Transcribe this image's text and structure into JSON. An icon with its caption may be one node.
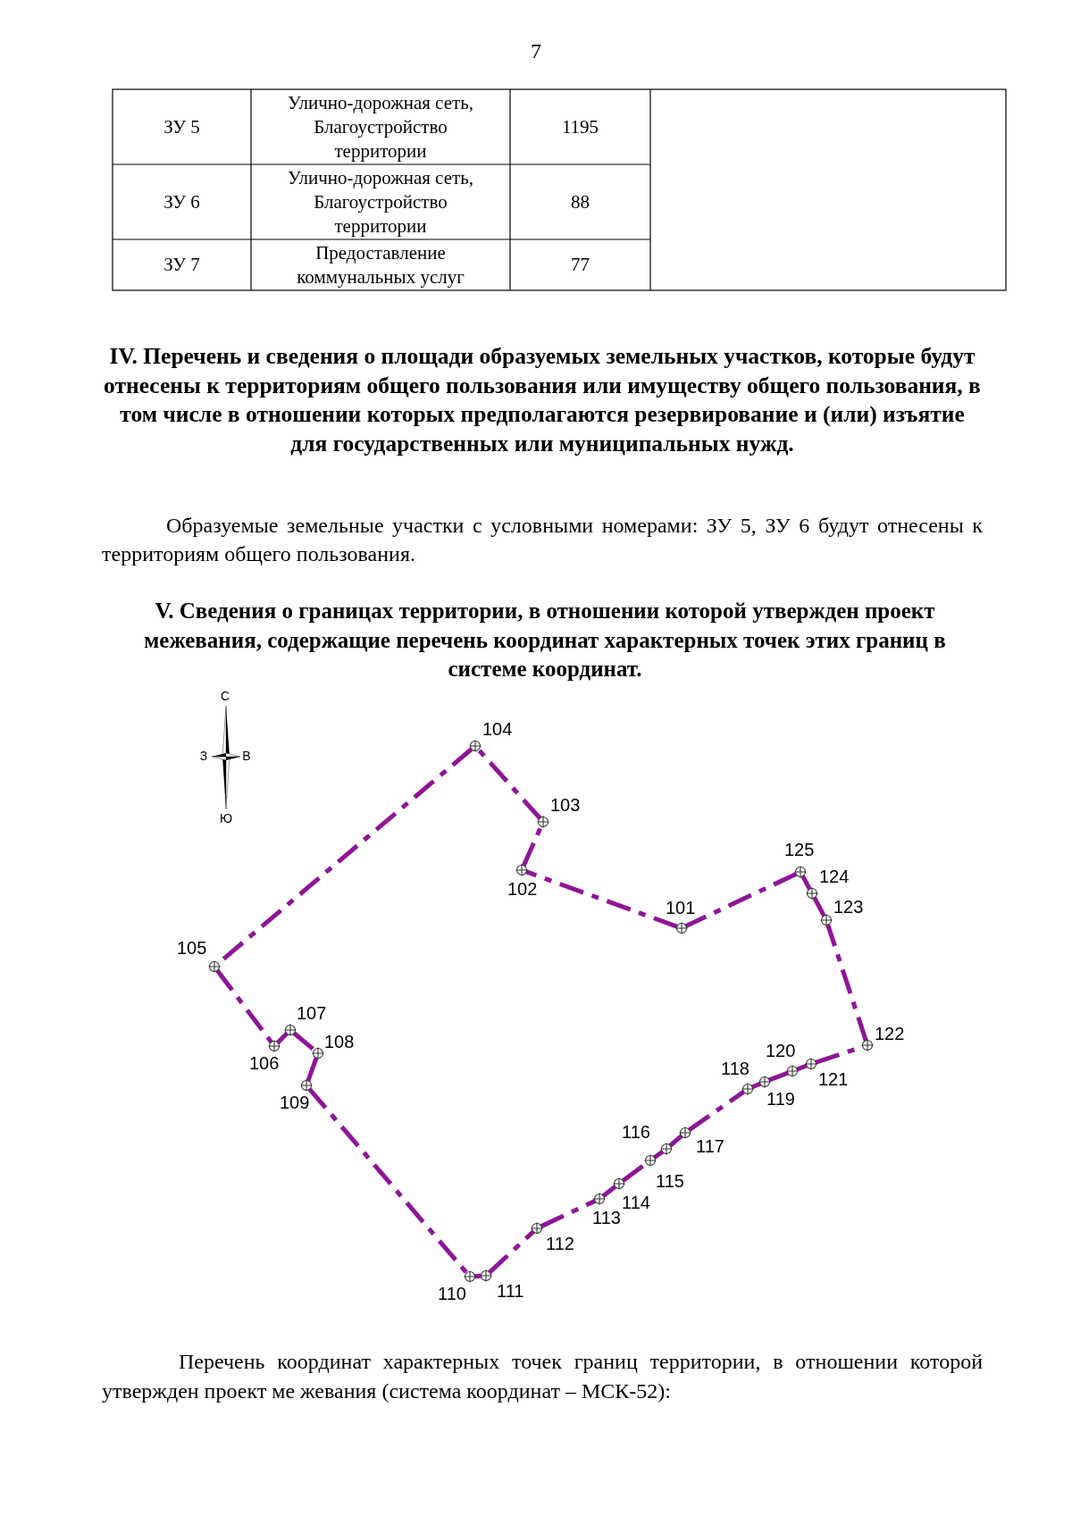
{
  "diagram": {
    "nodes": [
      {
        "text": [],
        "shape": "circle",
        "beside": [
          "101"
        ]
      },
      {
        "text": [],
        "shape": "circle",
        "beside": [
          "102"
        ]
      },
      {
        "text": [],
        "shape": "circle",
        "beside": [
          "103"
        ]
      },
      {
        "text": [],
        "shape": "circle",
        "beside": [
          "104"
        ]
      },
      {
        "text": [],
        "shape": "circle",
        "beside": [
          "105"
        ]
      },
      {
        "text": [],
        "shape": "circle",
        "beside": [
          "106"
        ]
      },
      {
        "text": [],
        "shape": "circle",
        "beside": [
          "107"
        ]
      },
      {
        "text": [],
        "shape": "circle",
        "beside": [
          "108"
        ]
      },
      {
        "text": [],
        "shape": "circle",
        "beside": [
          "109"
        ]
      },
      {
        "text": [],
        "shape": "circle",
        "beside": [
          "110"
        ]
      },
      {
        "text": [],
        "shape": "circle",
        "beside": [
          "111"
        ]
      },
      {
        "text": [],
        "shape": "circle",
        "beside": [
          "112"
        ]
      },
      {
        "text": [],
        "shape": "circle",
        "beside": [
          "113"
        ]
      },
      {
        "text": [],
        "shape": "circle",
        "beside": [
          "114"
        ]
      },
      {
        "text": [],
        "shape": "circle",
        "beside": [
          "115"
        ]
      },
      {
        "text": [],
        "shape": "circle",
        "beside": [
          "116"
        ]
      },
      {
        "text": [],
        "shape": "circle",
        "beside": [
          "117"
        ]
      },
      {
        "text": [],
        "shape": "circle",
        "beside": [
          "118"
        ]
      },
      {
        "text": [],
        "shape": "circle",
        "beside": [
          "119"
        ]
      },
      {
        "text": [],
        "shape": "circle",
        "beside": [
          "120"
        ]
      },
      {
        "text": [],
        "shape": "circle",
        "beside": [
          "121"
        ]
      },
      {
        "text": [],
        "shape": "circle",
        "beside": [
          "122"
        ]
      },
      {
        "text": [],
        "shape": "circle",
        "beside": [
          "123"
        ]
      },
      {
        "text": [],
        "shape": "circle",
        "beside": [
          "124"
        ]
      },
      {
        "text": [],
        "shape": "circle",
        "beside": [
          "125"
        ]
      }
    ],
    "edges": [
      {
        "from": 0,
        "to": 1,
        "arrow": "none"
      },
      {
        "from": 1,
        "to": 2,
        "arrow": "none"
      },
      {
        "from": 2,
        "to": 3,
        "arrow": "none"
      },
      {
        "from": 3,
        "to": 4,
        "arrow": "none"
      },
      {
        "from": 4,
        "to": 5,
        "arrow": "none"
      },
      {
        "from": 5,
        "to": 6,
        "arrow": "none"
      },
      {
        "from": 6,
        "to": 7,
        "arrow": "none"
      },
      {
        "from": 7,
        "to": 8,
        "arrow": "none"
      },
      {
        "from": 8,
        "to": 9,
        "arrow": "none"
      },
      {
        "from": 9,
        "to": 10,
        "arrow": "none"
      },
      {
        "from": 10,
        "to": 11,
        "arrow": "none"
      },
      {
        "from": 11,
        "to": 12,
        "arrow": "none"
      },
      {
        "from": 12,
        "to": 13,
        "arrow": "none"
      },
      {
        "from": 13,
        "to": 14,
        "arrow": "none"
      },
      {
        "from": 14,
        "to": 15,
        "arrow": "none"
      },
      {
        "from": 15,
        "to": 16,
        "arrow": "none"
      },
      {
        "from": 16,
        "to": 17,
        "arrow": "none"
      },
      {
        "from": 17,
        "to": 18,
        "arrow": "none"
      },
      {
        "from": 18,
        "to": 19,
        "arrow": "none"
      },
      {
        "from": 19,
        "to": 20,
        "arrow": "none"
      },
      {
        "from": 20,
        "to": 21,
        "arrow": "none"
      },
      {
        "from": 21,
        "to": 22,
        "arrow": "none"
      },
      {
        "from": 22,
        "to": 23,
        "arrow": "none"
      },
      {
        "from": 23,
        "to": 24,
        "arrow": "none"
      },
      {
        "from": 24,
        "to": 0,
        "arrow": "none"
      }
    ],
    "labels": [
      "7",
      "ЗУ 5",
      "Улично-дорожная сеть, Благоустройство территории",
      "1195",
      "ЗУ 6",
      "Улично-дорожная сеть, Благоустройство территории",
      "88",
      "ЗУ 7",
      "Предоставление коммунальных услуг",
      "77",
      "IV. Перечень и сведения о площади образуемых земельных участков, которые будут отнесены к территориям общего пользования или имуществу общего пользования, в том числе в отношении которых предполагаются резервирование и (или) изъятие для государственных или муниципальных нужд.",
      "Образуемые земельные участки с условными номерами: ЗУ 5, ЗУ 6 будут отнесены к территориям общего пользования.",
      "V. Сведения о границах территории, в отношении которой утвержден проект межевания, содержащие перечень координат характерных точек этих границ в системе координат.",
      "С",
      "З",
      "В",
      "Ю",
      "Перечень координат характерных точек границ территории, в отношении которой утвержден проект ме жевания (система координат – МСК-52):"
    ]
  }
}
